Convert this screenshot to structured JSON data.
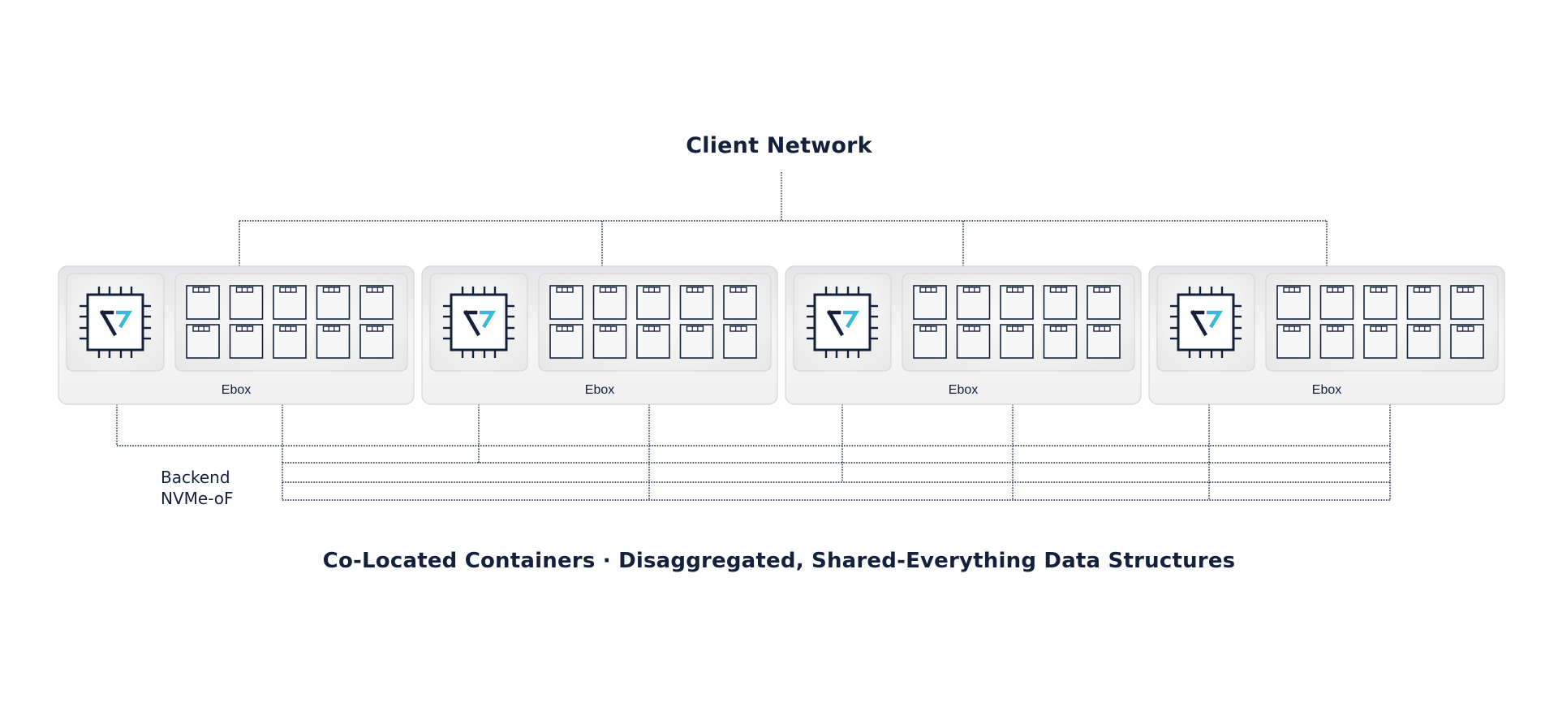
{
  "title": "Client Network",
  "backend": {
    "line1": "Backend",
    "line2": "NVMe-oF"
  },
  "caption": "Co-Located Containers · Disaggregated, Shared-Everything Data Structures",
  "ebox_label": "Ebox",
  "eboxes": [
    {
      "label": "Ebox",
      "drives": 10
    },
    {
      "label": "Ebox",
      "drives": 10
    },
    {
      "label": "Ebox",
      "drives": 10
    },
    {
      "label": "Ebox",
      "drives": 10
    }
  ],
  "icons": {
    "cpu": "cpu-chip-icon",
    "logo": "vast-logo-icon",
    "drive": "ssd-drive-icon"
  },
  "colors": {
    "line": "#14213d",
    "logo_accent": "#3bb7d9",
    "panel_fill": "#f1f1f2",
    "panel_border": "#d8d8da"
  }
}
